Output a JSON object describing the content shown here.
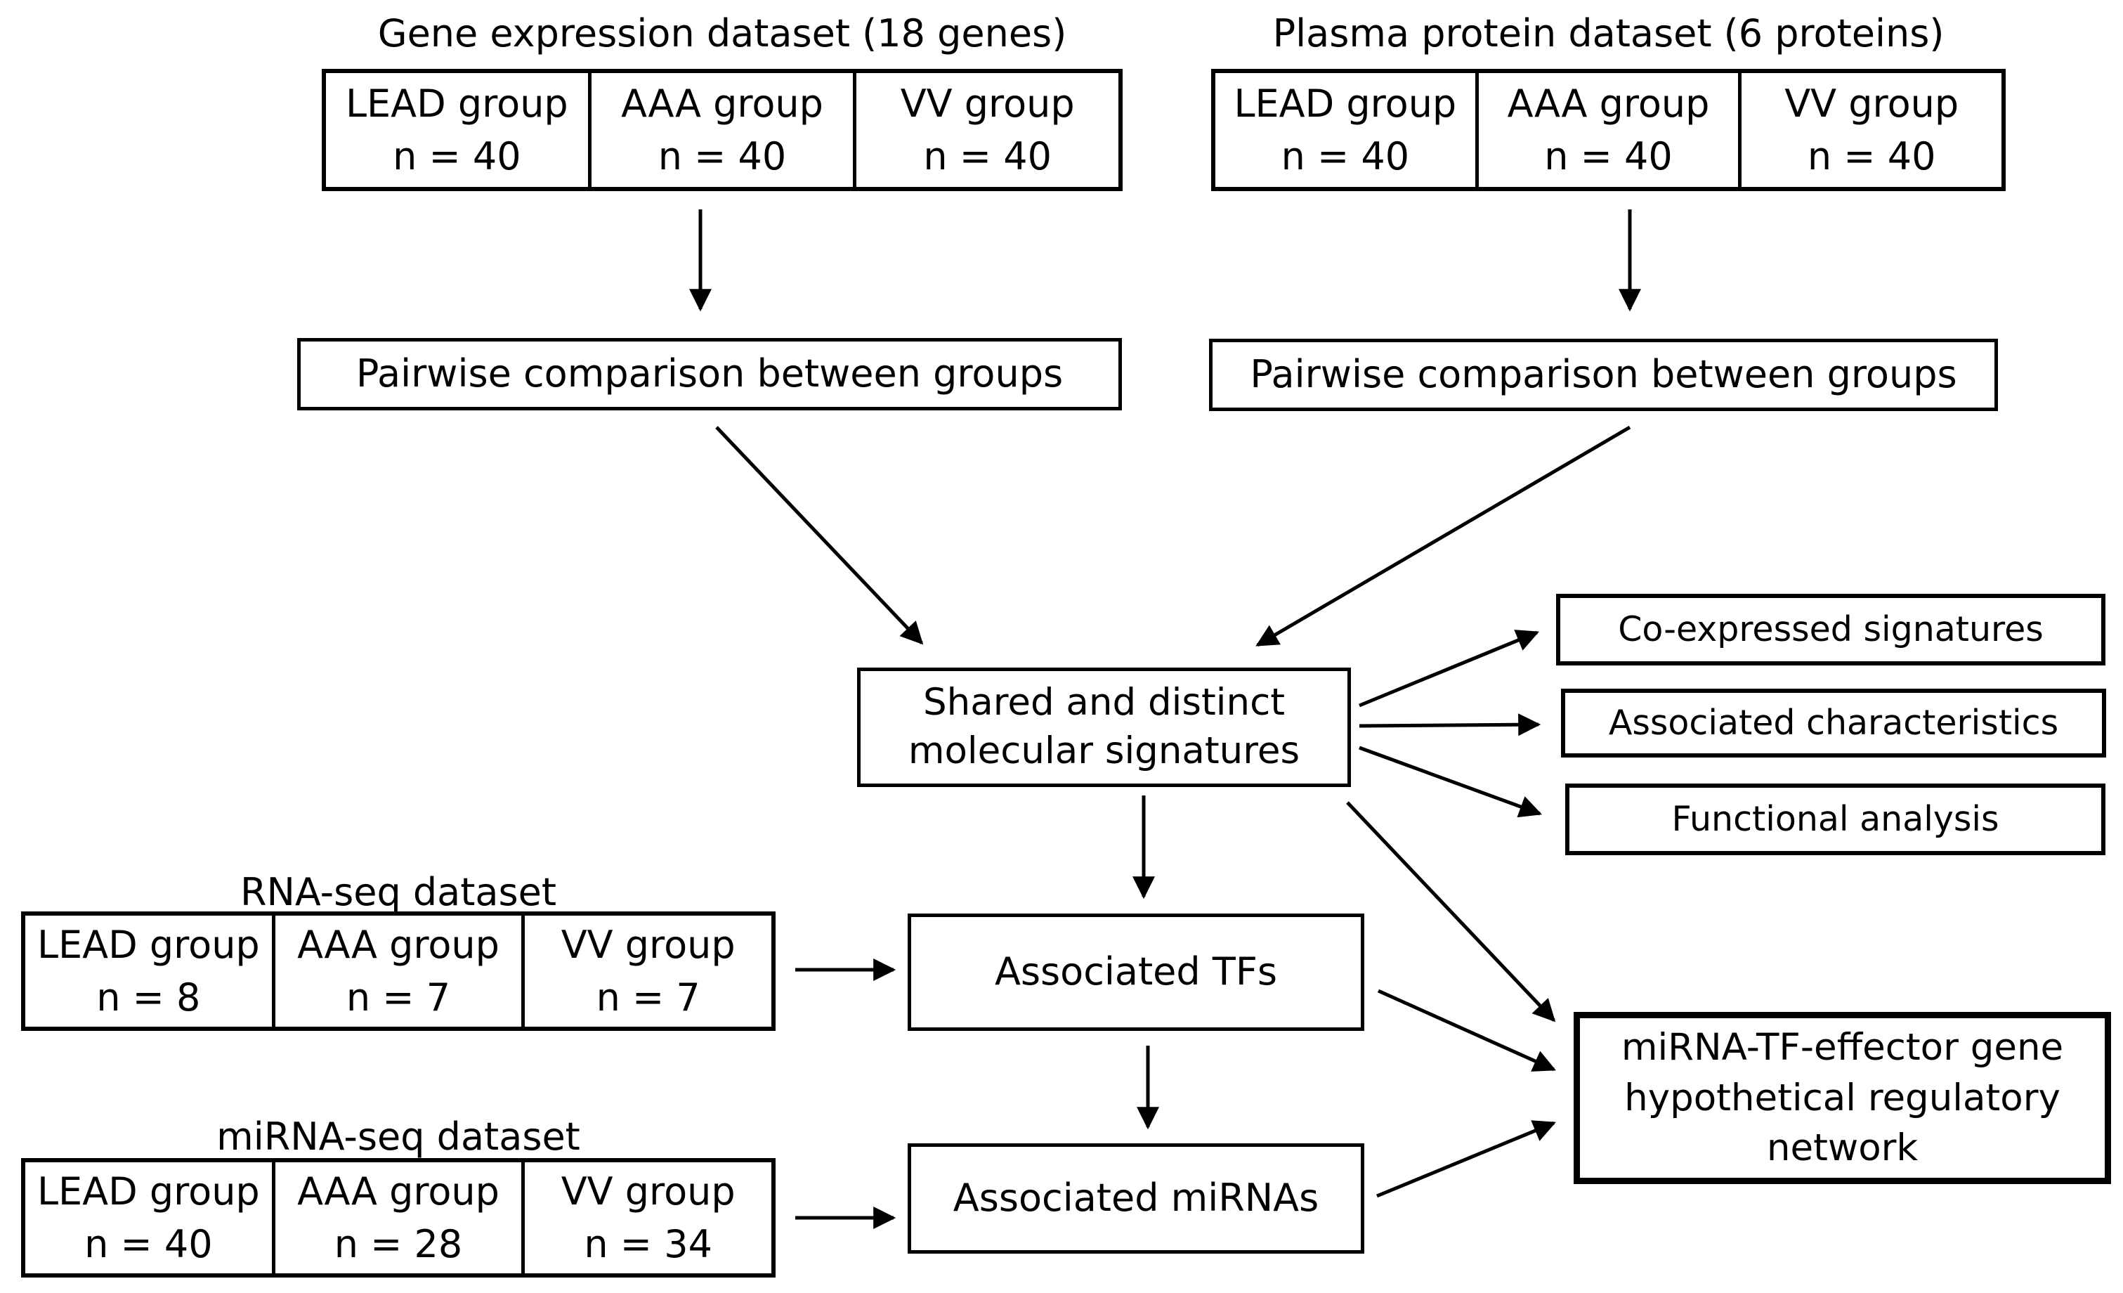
{
  "colors": {
    "ink": "#000000",
    "paper": "#ffffff"
  },
  "panels": {
    "gene": {
      "title": "Gene expression dataset (18 genes)",
      "cells": [
        {
          "group": "LEAD group",
          "n": "n = 40"
        },
        {
          "group": "AAA group",
          "n": "n = 40"
        },
        {
          "group": "VV group",
          "n": "n = 40"
        }
      ]
    },
    "protein": {
      "title": "Plasma protein dataset (6 proteins)",
      "cells": [
        {
          "group": "LEAD group",
          "n": "n = 40"
        },
        {
          "group": "AAA group",
          "n": "n = 40"
        },
        {
          "group": "VV group",
          "n": "n = 40"
        }
      ]
    },
    "rna": {
      "title": "RNA-seq dataset",
      "cells": [
        {
          "group": "LEAD group",
          "n": "n = 8"
        },
        {
          "group": "AAA group",
          "n": "n = 7"
        },
        {
          "group": "VV group",
          "n": "n = 7"
        }
      ]
    },
    "mirna": {
      "title": "miRNA-seq dataset",
      "cells": [
        {
          "group": "LEAD group",
          "n": "n = 40"
        },
        {
          "group": "AAA group",
          "n": "n = 28"
        },
        {
          "group": "VV group",
          "n": "n = 34"
        }
      ]
    }
  },
  "boxes": {
    "pairwise_left": "Pairwise comparison between groups",
    "pairwise_right": "Pairwise comparison between groups",
    "signatures_line1": "Shared and distinct",
    "signatures_line2": "molecular signatures",
    "co_expressed": "Co-expressed signatures",
    "characteristics": "Associated characteristics",
    "functional": "Functional analysis",
    "tfs": "Associated TFs",
    "mirnas": "Associated miRNAs",
    "network_line1": "miRNA-TF-effector gene",
    "network_line2": "hypothetical regulatory",
    "network_line3": "network"
  }
}
